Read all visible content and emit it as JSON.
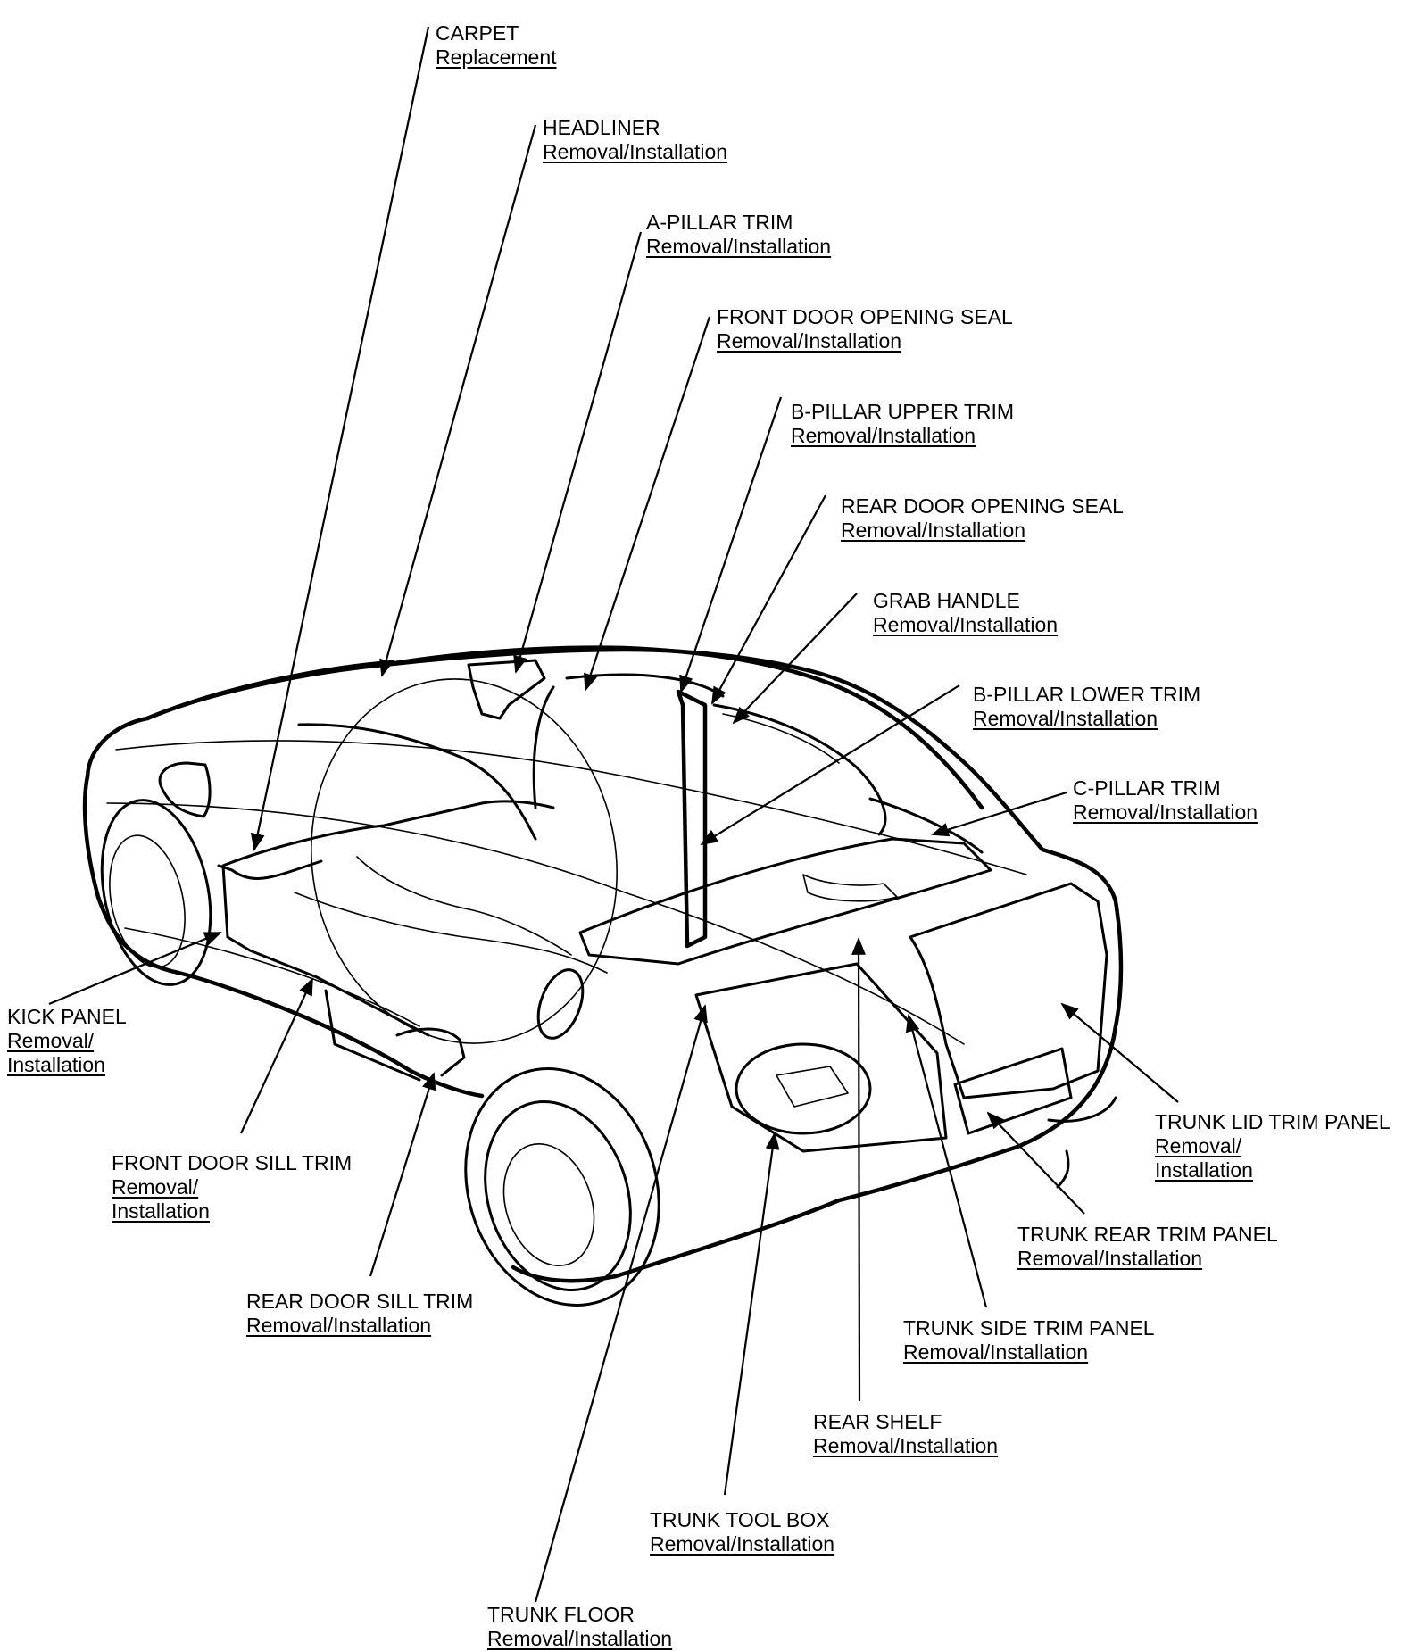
{
  "callouts": [
    {
      "id": "carpet",
      "title": "CARPET",
      "link": "Replacement"
    },
    {
      "id": "headliner",
      "title": "HEADLINER",
      "link": "Removal/Installation"
    },
    {
      "id": "a-pillar",
      "title": "A-PILLAR TRIM",
      "link": "Removal/Installation"
    },
    {
      "id": "front-door-seal",
      "title": "FRONT DOOR OPENING SEAL",
      "link": "Removal/Installation"
    },
    {
      "id": "b-pillar-upper",
      "title": "B-PILLAR UPPER TRIM",
      "link": "Removal/Installation"
    },
    {
      "id": "rear-door-seal",
      "title": "REAR DOOR OPENING SEAL",
      "link": "Removal/Installation"
    },
    {
      "id": "grab-handle",
      "title": "GRAB HANDLE",
      "link": "Removal/Installation"
    },
    {
      "id": "b-pillar-lower",
      "title": "B-PILLAR LOWER TRIM",
      "link": "Removal/Installation"
    },
    {
      "id": "c-pillar",
      "title": "C-PILLAR TRIM",
      "link": "Removal/Installation"
    },
    {
      "id": "kick-panel",
      "title": "KICK PANEL",
      "link1": "Removal/",
      "link2": "Installation"
    },
    {
      "id": "trunk-lid",
      "title": "TRUNK LID TRIM PANEL",
      "link1": "Removal/",
      "link2": "Installation"
    },
    {
      "id": "front-sill",
      "title": "FRONT DOOR SILL TRIM",
      "link1": "Removal/",
      "link2": "Installation"
    },
    {
      "id": "trunk-rear",
      "title": "TRUNK REAR TRIM PANEL",
      "link": "Removal/Installation"
    },
    {
      "id": "rear-sill",
      "title": "REAR DOOR SILL TRIM",
      "link": "Removal/Installation"
    },
    {
      "id": "trunk-side",
      "title": "TRUNK SIDE TRIM PANEL",
      "link": "Removal/Installation"
    },
    {
      "id": "rear-shelf",
      "title": "REAR SHELF",
      "link": "Removal/Installation"
    },
    {
      "id": "trunk-tool-box",
      "title": "TRUNK TOOL BOX",
      "link": "Removal/Installation"
    },
    {
      "id": "trunk-floor",
      "title": "TRUNK FLOOR",
      "link": "Removal/Installation"
    }
  ]
}
